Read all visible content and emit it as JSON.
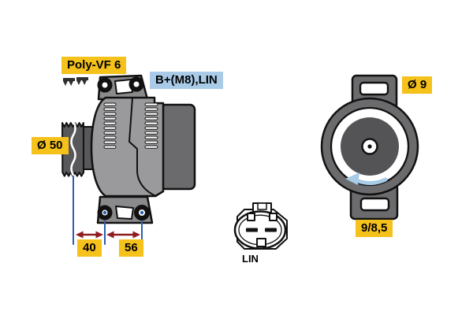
{
  "diagram_title": "alternator-technical-drawing",
  "colors": {
    "highlight_yellow": "#F5C11B",
    "terminal_label_blue": "#A9CBE8",
    "dimension_arrow_red": "#8F1C20",
    "dimension_line_blue": "#2C5FAC",
    "rotation_arrow_blue": "#A8CBE6",
    "body_gray": "#9A9A9C",
    "bracket_gray": "#8A8A8C",
    "rear_housing_gray": "#6B6B6D",
    "pulley_gray": "#58585A"
  },
  "side_view": {
    "belt_label": "Poly-VF 6",
    "terminal_label": "B+(M8),LIN",
    "pulley_diameter_label": "Ø 50",
    "dimensions": {
      "pulley_to_front_mount": "40",
      "front_to_rear_mount": "56"
    }
  },
  "front_view": {
    "mount_hole_diameter_label": "Ø 9",
    "mount_lug_label": "9/8,5"
  },
  "connector": {
    "label": "LIN"
  }
}
